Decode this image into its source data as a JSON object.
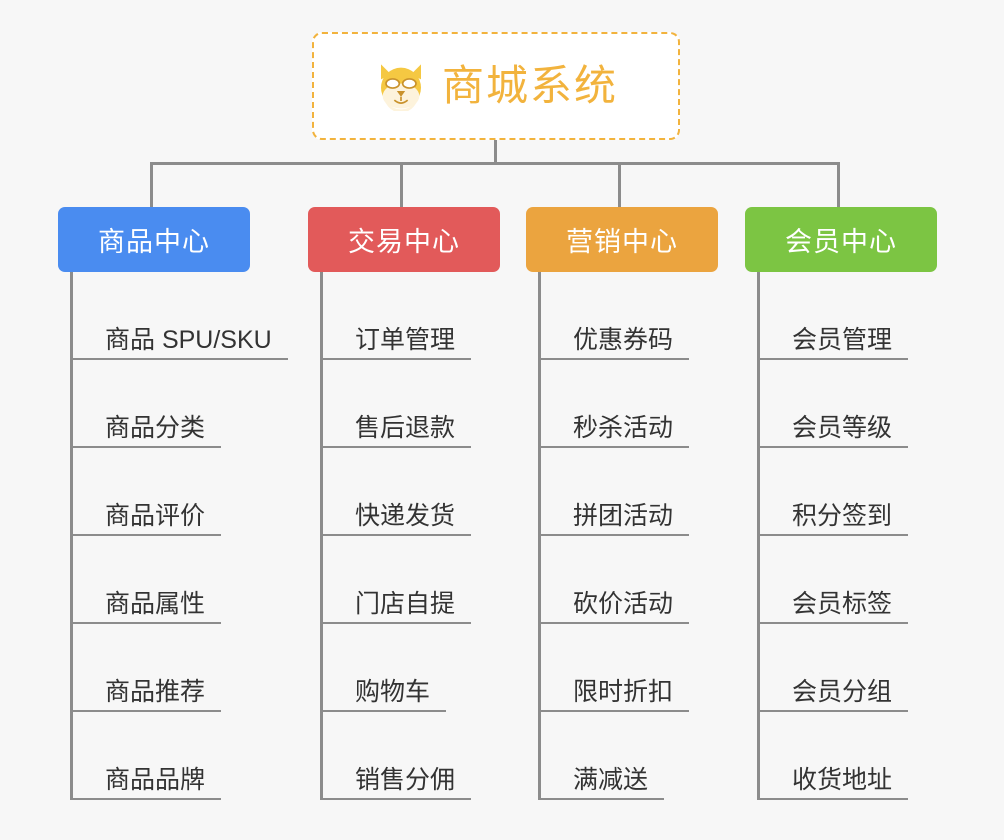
{
  "page": {
    "background_color": "#f7f7f7",
    "line_color": "#8c8c8c"
  },
  "root": {
    "title": "商城系统",
    "icon": "dog-face-icon",
    "border_color": "#f2b33d",
    "text_color": "#f2b33d",
    "background_color": "#ffffff"
  },
  "columns": [
    {
      "header": "商品中心",
      "color": "#4a8cf0",
      "items": [
        "商品 SPU/SKU",
        "商品分类",
        "商品评价",
        "商品属性",
        "商品推荐",
        "商品品牌"
      ]
    },
    {
      "header": "交易中心",
      "color": "#e25a5a",
      "items": [
        "订单管理",
        "售后退款",
        "快递发货",
        "门店自提",
        "购物车",
        "销售分佣"
      ]
    },
    {
      "header": "营销中心",
      "color": "#eba43f",
      "items": [
        "优惠券码",
        "秒杀活动",
        "拼团活动",
        "砍价活动",
        "限时折扣",
        "满减送"
      ]
    },
    {
      "header": "会员中心",
      "color": "#7cc543",
      "items": [
        "会员管理",
        "会员等级",
        "积分签到",
        "会员标签",
        "会员分组",
        "收货地址"
      ]
    }
  ]
}
